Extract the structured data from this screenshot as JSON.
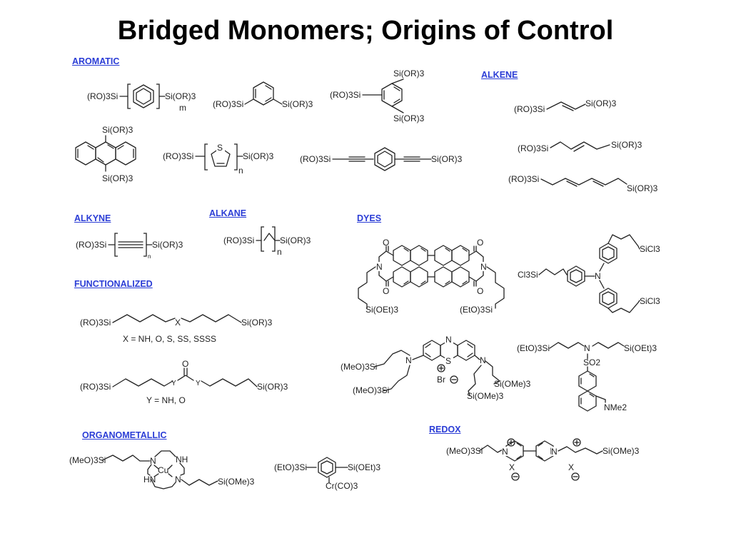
{
  "title": "Bridged Monomers; Origins of Control",
  "sections": {
    "aromatic": "AROMATIC",
    "alkene": "ALKENE",
    "alkyne": "ALKYNE",
    "alkane": "ALKANE",
    "dyes": "DYES",
    "functionalized": "FUNCTIONALIZED",
    "organometallic": "ORGANOMETALLIC",
    "redox": "REDOX"
  },
  "labels": {
    "ro3si": "(RO)3Si",
    "sior3": "Si(OR)3",
    "m": "m",
    "n": "n",
    "s": "S",
    "x_def": "X = NH, O, S, SS, SSSS",
    "y_def": "Y = NH, O",
    "x": "X",
    "y": "Y",
    "o": "O",
    "nitrogen": "N",
    "sioet3": "Si(OEt)3",
    "eto3si": "(EtO)3Si",
    "cl3si": "Cl3Si",
    "sicl3": "SiCl3",
    "meo3si": "(MeO)3Si",
    "siome3": "Si(OMe)3",
    "br": "Br",
    "so2": "SO2",
    "nme2": "NMe2",
    "nh": "NH",
    "hn": "HN",
    "cu": "Cu",
    "cr": "Cr(CO)3"
  }
}
